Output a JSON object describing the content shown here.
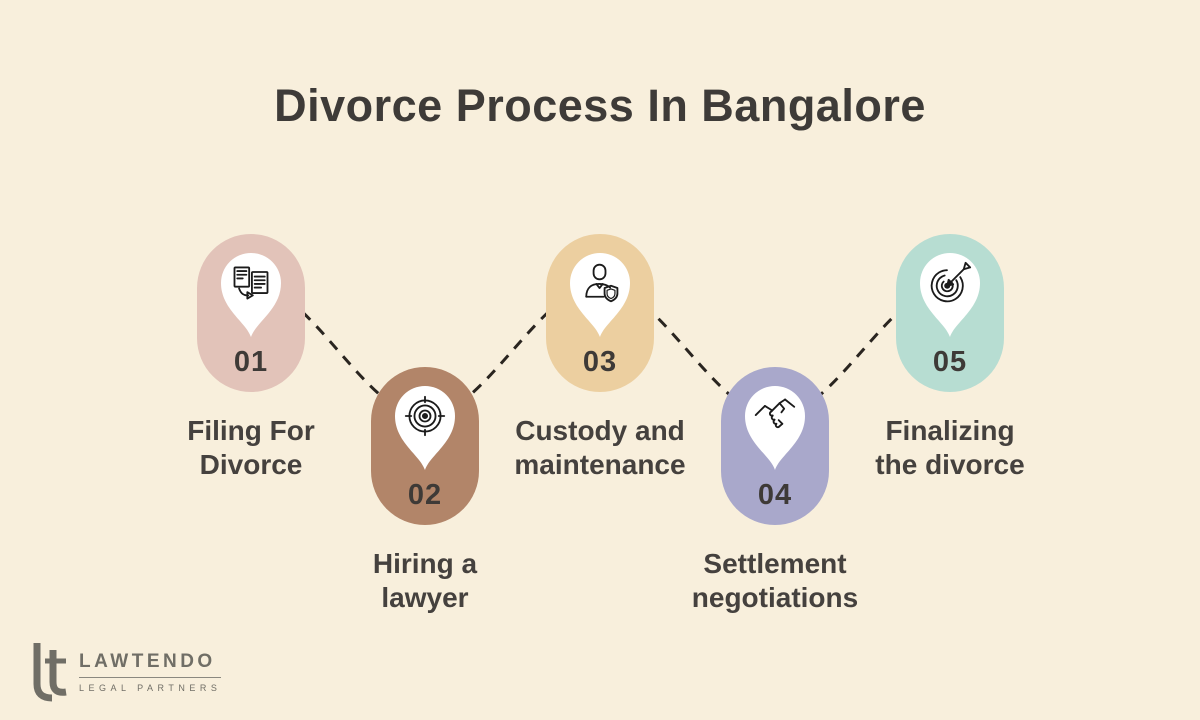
{
  "title": "Divorce Process In Bangalore",
  "colors": {
    "background": "#f8efdc",
    "connector": "#2a2520",
    "title_text": "#3e3b38",
    "step_number_text": "#3e3a37",
    "step_label_text": "#45413e",
    "pin_fill": "#ffffff",
    "icon_stroke": "#1b1b1b",
    "logo_gray": "#706e66"
  },
  "steps": [
    {
      "number": "01",
      "icon": "documents-transfer-icon",
      "color": "#e2c3b9",
      "label_lines": [
        "Filing For",
        "Divorce"
      ]
    },
    {
      "number": "02",
      "icon": "target-crosshair-icon",
      "color": "#b28569",
      "label_lines": [
        "Hiring a",
        "lawyer"
      ]
    },
    {
      "number": "03",
      "icon": "person-shield-icon",
      "color": "#eccfa0",
      "label_lines": [
        "Custody and",
        "maintenance"
      ]
    },
    {
      "number": "04",
      "icon": "handshake-icon",
      "color": "#a9a8cb",
      "label_lines": [
        "Settlement",
        "negotiations"
      ]
    },
    {
      "number": "05",
      "icon": "dart-target-icon",
      "color": "#b7ddd2",
      "label_lines": [
        "Finalizing",
        "the divorce"
      ]
    }
  ],
  "logo": {
    "brand": "LAWTENDO",
    "tagline": "LEGAL PARTNERS",
    "monogram": "lt"
  }
}
